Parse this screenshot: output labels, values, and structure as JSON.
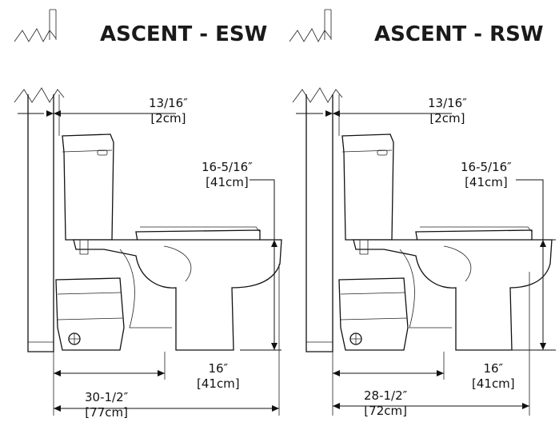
{
  "diagrams": [
    {
      "title": "ASCENT - ESW",
      "wall_gap": {
        "imperial": "13/16″",
        "metric": "[2cm]"
      },
      "height": {
        "imperial": "16-5/16″",
        "metric": "[41cm]"
      },
      "rough_in": {
        "imperial": "16″",
        "metric": "[41cm]"
      },
      "length": {
        "imperial": "30-1/2″",
        "metric": "[77cm]"
      }
    },
    {
      "title": "ASCENT - RSW",
      "wall_gap": {
        "imperial": "13/16″",
        "metric": "[2cm]"
      },
      "height": {
        "imperial": "16-5/16″",
        "metric": "[41cm]"
      },
      "rough_in": {
        "imperial": "16″",
        "metric": "[41cm]"
      },
      "length": {
        "imperial": "28-1/2″",
        "metric": "[72cm]"
      }
    }
  ]
}
